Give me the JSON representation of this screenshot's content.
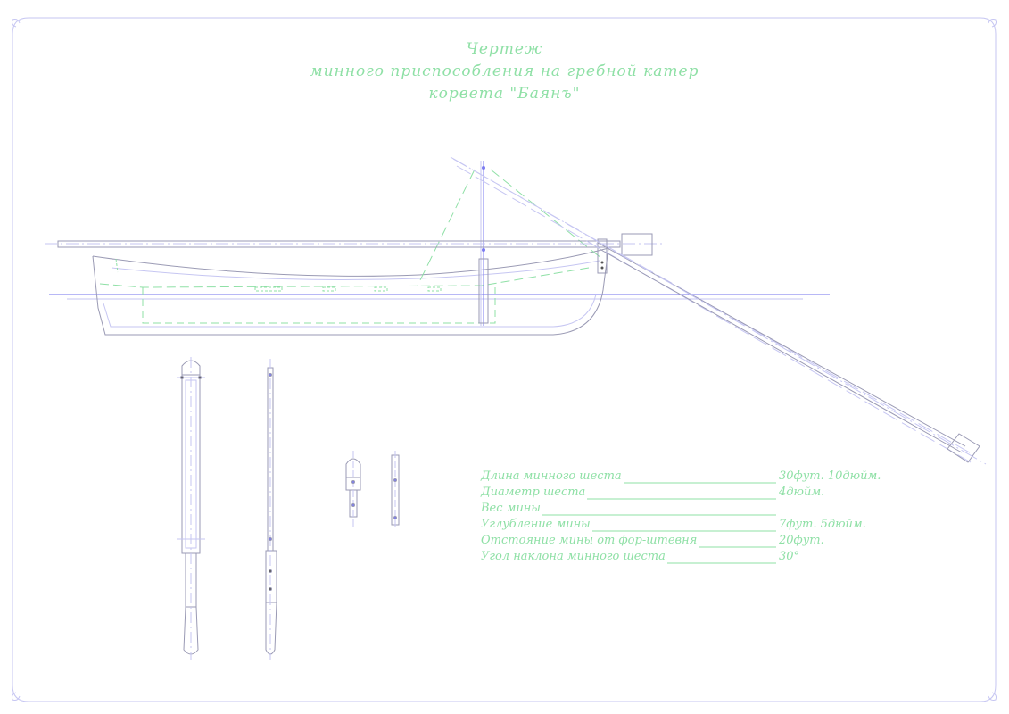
{
  "title": {
    "line1": "Чертеж",
    "line2": "минного приспособления на гребной катер",
    "line3": "корвета \"Баянъ\""
  },
  "specs": [
    {
      "label": "Длина минного шеста",
      "value": "30фут. 10дюйм."
    },
    {
      "label": "Диаметр шеста",
      "value": "4дюйм."
    },
    {
      "label": "Вес мины",
      "value": ""
    },
    {
      "label": "Углубление мины",
      "value": "7фут. 5дюйм."
    },
    {
      "label": "Отстояние мины от фор-штевня",
      "value": "20фут."
    },
    {
      "label": "Угол наклона минного шеста",
      "value": "30°"
    }
  ],
  "colors": {
    "frame": "#c6c6f2",
    "outline": "#9a9ab4",
    "green": "#8fe0a6",
    "blue": "#7b7bf0",
    "waterline": "#7070ee"
  }
}
